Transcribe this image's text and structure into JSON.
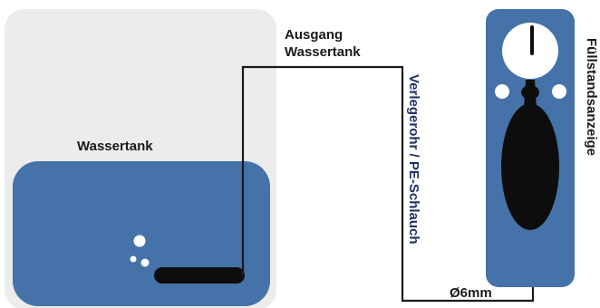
{
  "labels": {
    "tank": "Wassertank",
    "outlet_line1": "Ausgang",
    "outlet_line2": "Wassertank",
    "pipe": "Verlegerohr / PE-Schlauch",
    "diameter": "Ø6mm",
    "gauge": "Füllstandsanzeige"
  },
  "colors": {
    "tank_background": "#ececec",
    "water": "#4572a8",
    "pipe_line": "#1a1a1a",
    "gauge_body": "#4572a8",
    "dial": "#ffffff",
    "float": "#0d0d0d",
    "bubbles": "#ffffff"
  }
}
